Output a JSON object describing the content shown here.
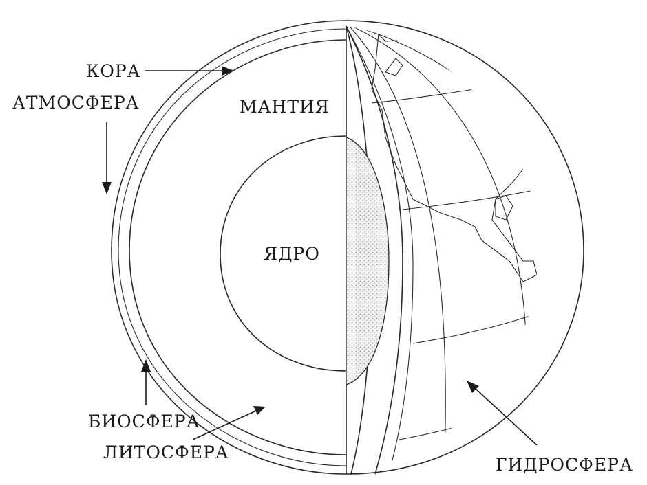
{
  "labels": {
    "crust": "КОРА",
    "atmosphere": "АТМОСФЕРА",
    "mantle": "МАНТИЯ",
    "core": "ЯДРО",
    "biosphere": "БИОСФЕРА",
    "lithosphere": "ЛИТОСФЕРА",
    "hydrosphere": "ГИДРОСФЕРА"
  }
}
